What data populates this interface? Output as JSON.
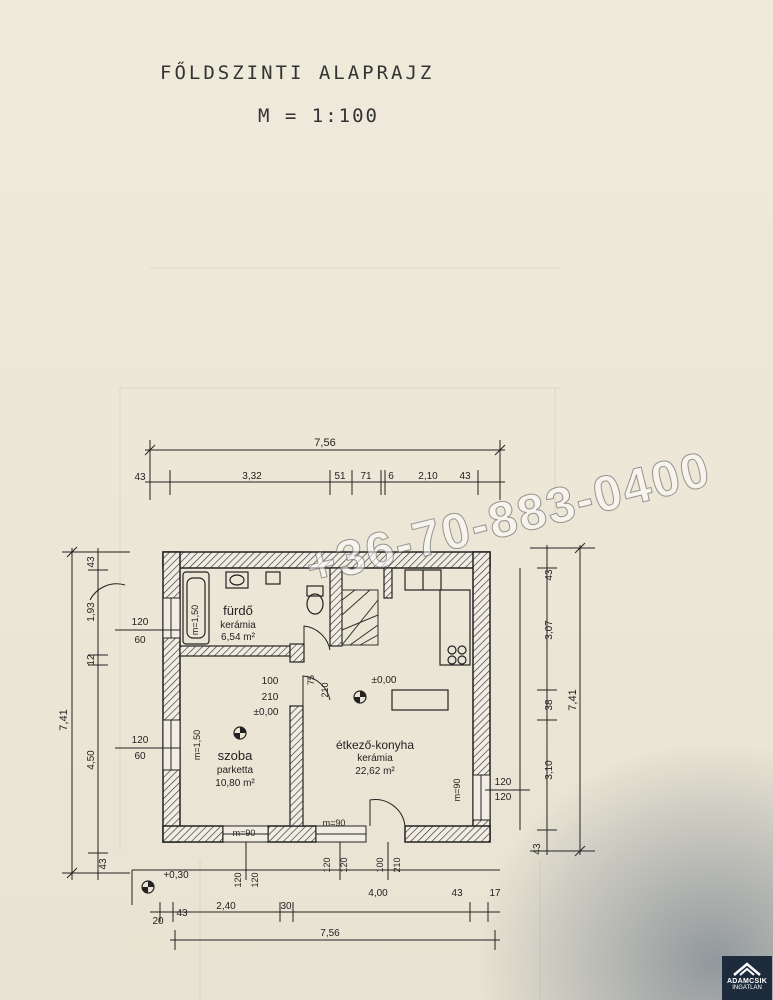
{
  "drawing": {
    "title": "FŐLDSZINTI ALAPRAJZ",
    "scale": "M = 1:100"
  },
  "watermark": {
    "phone": "+36-70-883-0400"
  },
  "logo": {
    "name": "ADAMCSIK",
    "sub": "INGATLAN"
  },
  "rooms": {
    "bath": {
      "name": "fürdő",
      "floor": "kerámia",
      "area": "6,54 m²"
    },
    "room": {
      "name": "szoba",
      "floor": "parketta",
      "area": "10,80 m²"
    },
    "kitchen": {
      "name": "étkező-konyha",
      "floor": "kerámia",
      "area": "22,62 m²"
    }
  },
  "dims": {
    "top_total": "7,56",
    "top_43a": "43",
    "top_332": "3,32",
    "top_51": "51",
    "top_71": "71",
    "top_6": "6",
    "top_210": "2,10",
    "top_43b": "43",
    "left_total": "7,41",
    "left_43": "43",
    "left_193": "1,93",
    "left_12": "12",
    "left_450": "4,50",
    "left_43b": "43",
    "right_total": "7,41",
    "right_43": "43",
    "right_307": "3,07",
    "right_38": "38",
    "right_310": "3,10",
    "right_43b": "43",
    "bot_20": "20",
    "bot_43": "43",
    "bot_240": "2,40",
    "bot_30": "30",
    "bot_400": "4,00",
    "bot_43b": "43",
    "bot_17": "17",
    "bot_total": "7,56"
  },
  "labels": {
    "win_bath_w": "120",
    "win_bath_h": "60",
    "win_room_w": "120",
    "win_room_h": "60",
    "m150_bath": "m=1,50",
    "m150_room": "m=1,50",
    "door_100": "100",
    "door_210": "210",
    "door_lvl": "±0,00",
    "door_75": "75",
    "door_210b": "210",
    "kitchen_lvl": "±0,00",
    "m90_room": "m=90",
    "m90_kitchen": "m=90",
    "m90_right": "m=90",
    "right_120a": "120",
    "right_120b": "120",
    "ext_lvl": "+0,30",
    "bw1_120": "120",
    "bw1_120b": "120",
    "bw2_120": "120",
    "bw2_120b": "120",
    "bw3_100": "100",
    "bw3_210": "210"
  }
}
